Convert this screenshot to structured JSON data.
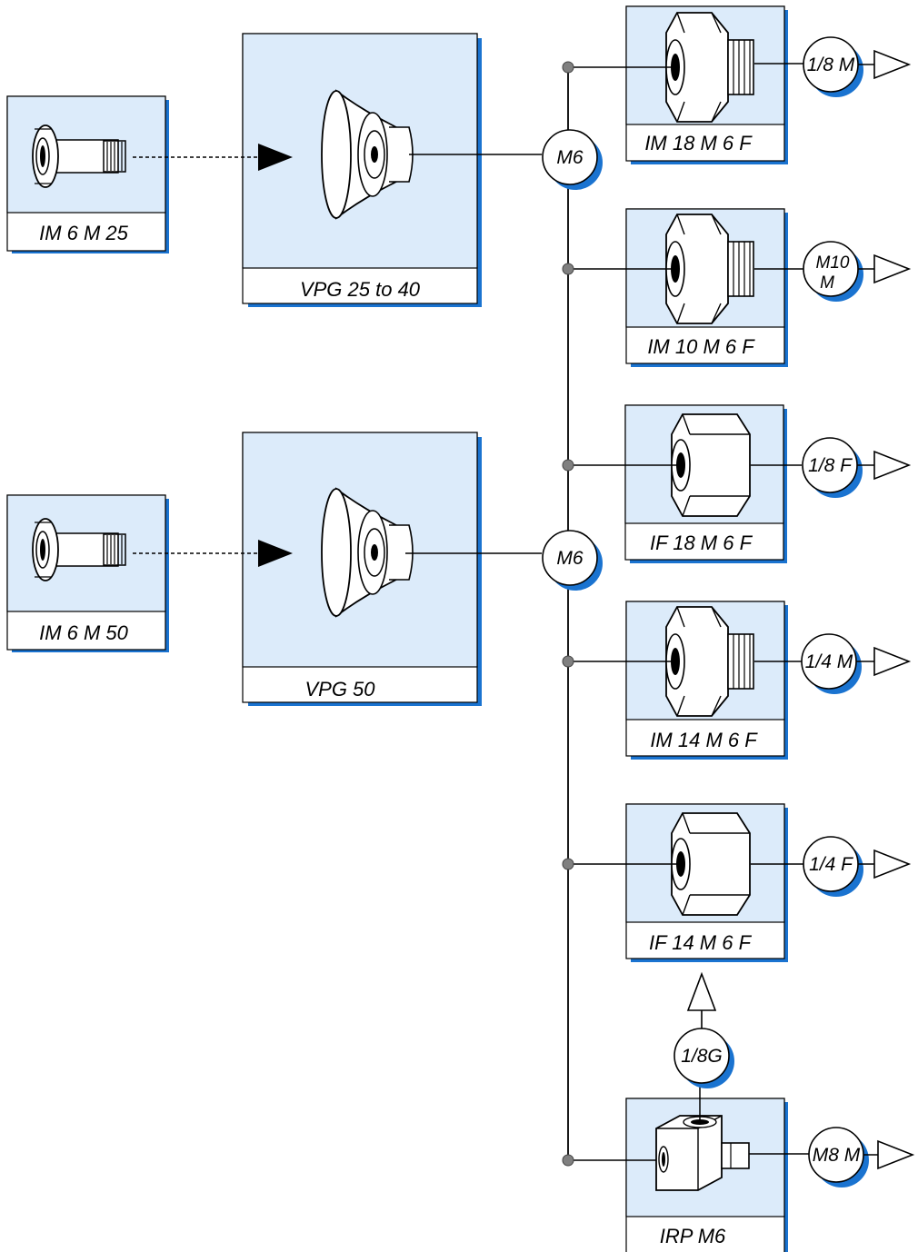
{
  "colors": {
    "box_fill": "#dcebfa",
    "shadow": "#1a73d0",
    "line": "#000000",
    "junction": "#808080"
  },
  "labels": {
    "im6m25": "IM 6 M 25",
    "im6m50": "IM 6 M 50",
    "vpg2540": "VPG 25 to 40",
    "vpg50": "VPG 50",
    "im18": "IM 18 M 6 F",
    "im10": "IM 10 M 6 F",
    "if18": "IF 18 M 6 F",
    "im14": "IM 14 M 6 F",
    "if14": "IF 14 M 6 F",
    "irp": "IRP M6"
  },
  "circles": {
    "m6_top": "M6",
    "m6_bottom": "M6",
    "c18m": "1/8 M",
    "c10m_line1": "M10",
    "c10m_line2": "M",
    "c18f": "1/8 F",
    "c14m": "1/4 M",
    "c14f": "1/4 F",
    "c18g": "1/8G",
    "c8m": "M8 M"
  },
  "icons": {
    "screw": "threaded-screw-icon",
    "cup": "suction-cup-icon",
    "hex_male": "hex-male-fitting-icon",
    "hex_female": "hex-female-fitting-icon",
    "elbow": "banjo-elbow-fitting-icon",
    "arrow": "outlet-arrow-icon"
  }
}
